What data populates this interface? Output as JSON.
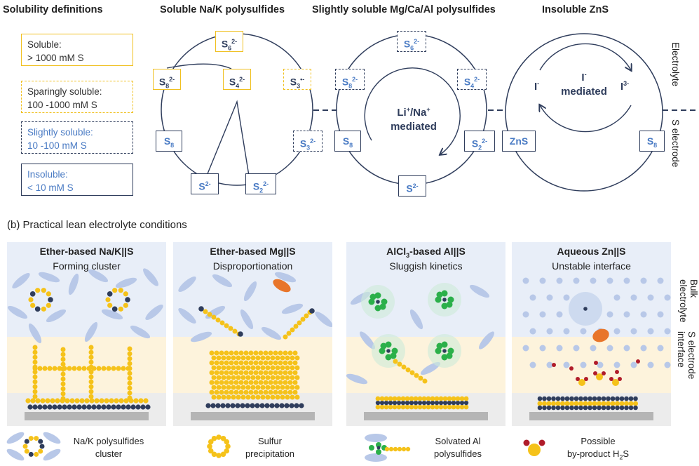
{
  "headers": {
    "definitions": "Solubility definitions",
    "soluble_nak": "Soluble Na/K polysulfides",
    "slightly_mgcaal": "Slightly soluble Mg/Ca/Al polysulfides",
    "insoluble_zns": "Insoluble ZnS"
  },
  "definitions": [
    {
      "line1": "Soluble:",
      "line2": "> 1000 mM S"
    },
    {
      "line1": "Sparingly soluble:",
      "line2": "100 -1000 mM S"
    },
    {
      "line1": "Slightly soluble:",
      "line2": "10 -100 mM S"
    },
    {
      "line1": "Insoluble:",
      "line2": "< 10 mM S"
    }
  ],
  "side_labels": {
    "electrolyte": "Electrolyte",
    "s_electrode": "S electrode",
    "bulk": "Bulk electrolyte",
    "interface": "S electrode interface"
  },
  "cycle2": {
    "line1": "Li+/Na+",
    "line2": "mediated"
  },
  "cycle3": {
    "iodide_top": "I-",
    "line2": "mediated",
    "left": "I-",
    "right": "I3-",
    "zns": "ZnS",
    "s8": "S8"
  },
  "section_b": "(b) Practical lean electrolyte conditions",
  "panels": [
    {
      "title": "Ether-based Na/K||S",
      "subtitle": "Forming cluster"
    },
    {
      "title": "Ether-based Mg||S",
      "subtitle": "Disproportionation"
    },
    {
      "title": "AlCl3-based Al||S",
      "subtitle": "Sluggish kinetics"
    },
    {
      "title": "Aqueous Zn||S",
      "subtitle": "Unstable interface"
    }
  ],
  "legend": [
    {
      "line1": "Na/K polysulfides",
      "line2": "cluster"
    },
    {
      "line1": "Sulfur",
      "line2": "precipitation"
    },
    {
      "line1": "Solvated Al",
      "line2": "polysulfides"
    },
    {
      "line1": "Possible",
      "line2": "by-product H2S"
    }
  ],
  "colors": {
    "yellow": "#f0c020",
    "navy": "#2f3d5c",
    "blue": "#4a7bc4",
    "green": "#2bb04a",
    "orange": "#e8752a"
  }
}
